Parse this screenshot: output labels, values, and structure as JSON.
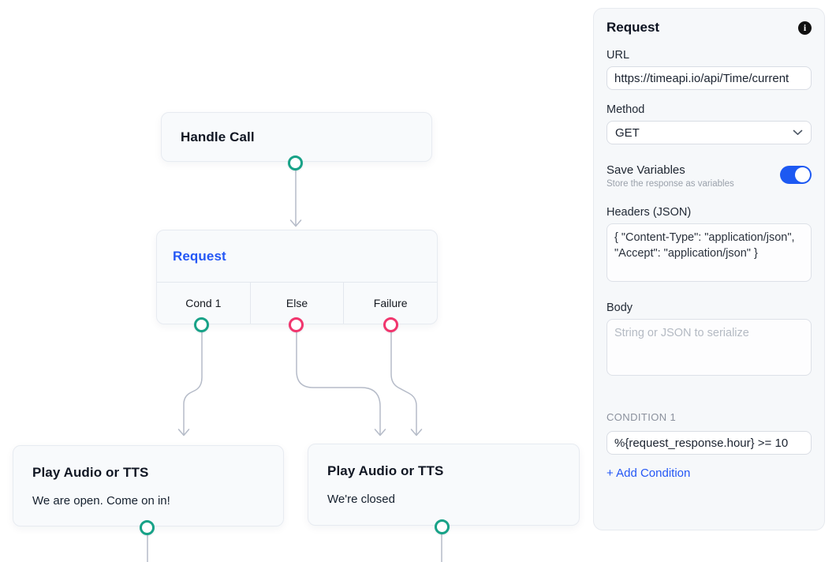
{
  "colors": {
    "teal": "#17a287",
    "pink": "#f1356d",
    "blue": "#2457f5",
    "toggle-blue": "#1d59f2",
    "edge": "#b5bbc8"
  },
  "canvas": {
    "nodes": {
      "handle_call": {
        "title": "Handle Call"
      },
      "request": {
        "title": "Request",
        "branches": [
          "Cond 1",
          "Else",
          "Failure"
        ]
      },
      "play_open": {
        "title": "Play Audio or TTS",
        "subtitle": "We are open. Come on in!"
      },
      "play_closed": {
        "title": "Play Audio or TTS",
        "subtitle": "We're closed"
      }
    }
  },
  "panel": {
    "title": "Request",
    "info_icon": "i",
    "url": {
      "label": "URL",
      "value": "https://timeapi.io/api/Time/current"
    },
    "method": {
      "label": "Method",
      "value": "GET"
    },
    "save_variables": {
      "label": "Save Variables",
      "description": "Store the response as variables",
      "enabled": true
    },
    "headers": {
      "label": "Headers (JSON)",
      "value": "{ \"Content-Type\": \"application/json\", \"Accept\": \"application/json\" }"
    },
    "body": {
      "label": "Body",
      "placeholder": "String or JSON to serialize",
      "value": ""
    },
    "condition": {
      "label": "CONDITION 1",
      "value": "%{request_response.hour} >= 10"
    },
    "add_condition_label": "+ Add Condition"
  }
}
